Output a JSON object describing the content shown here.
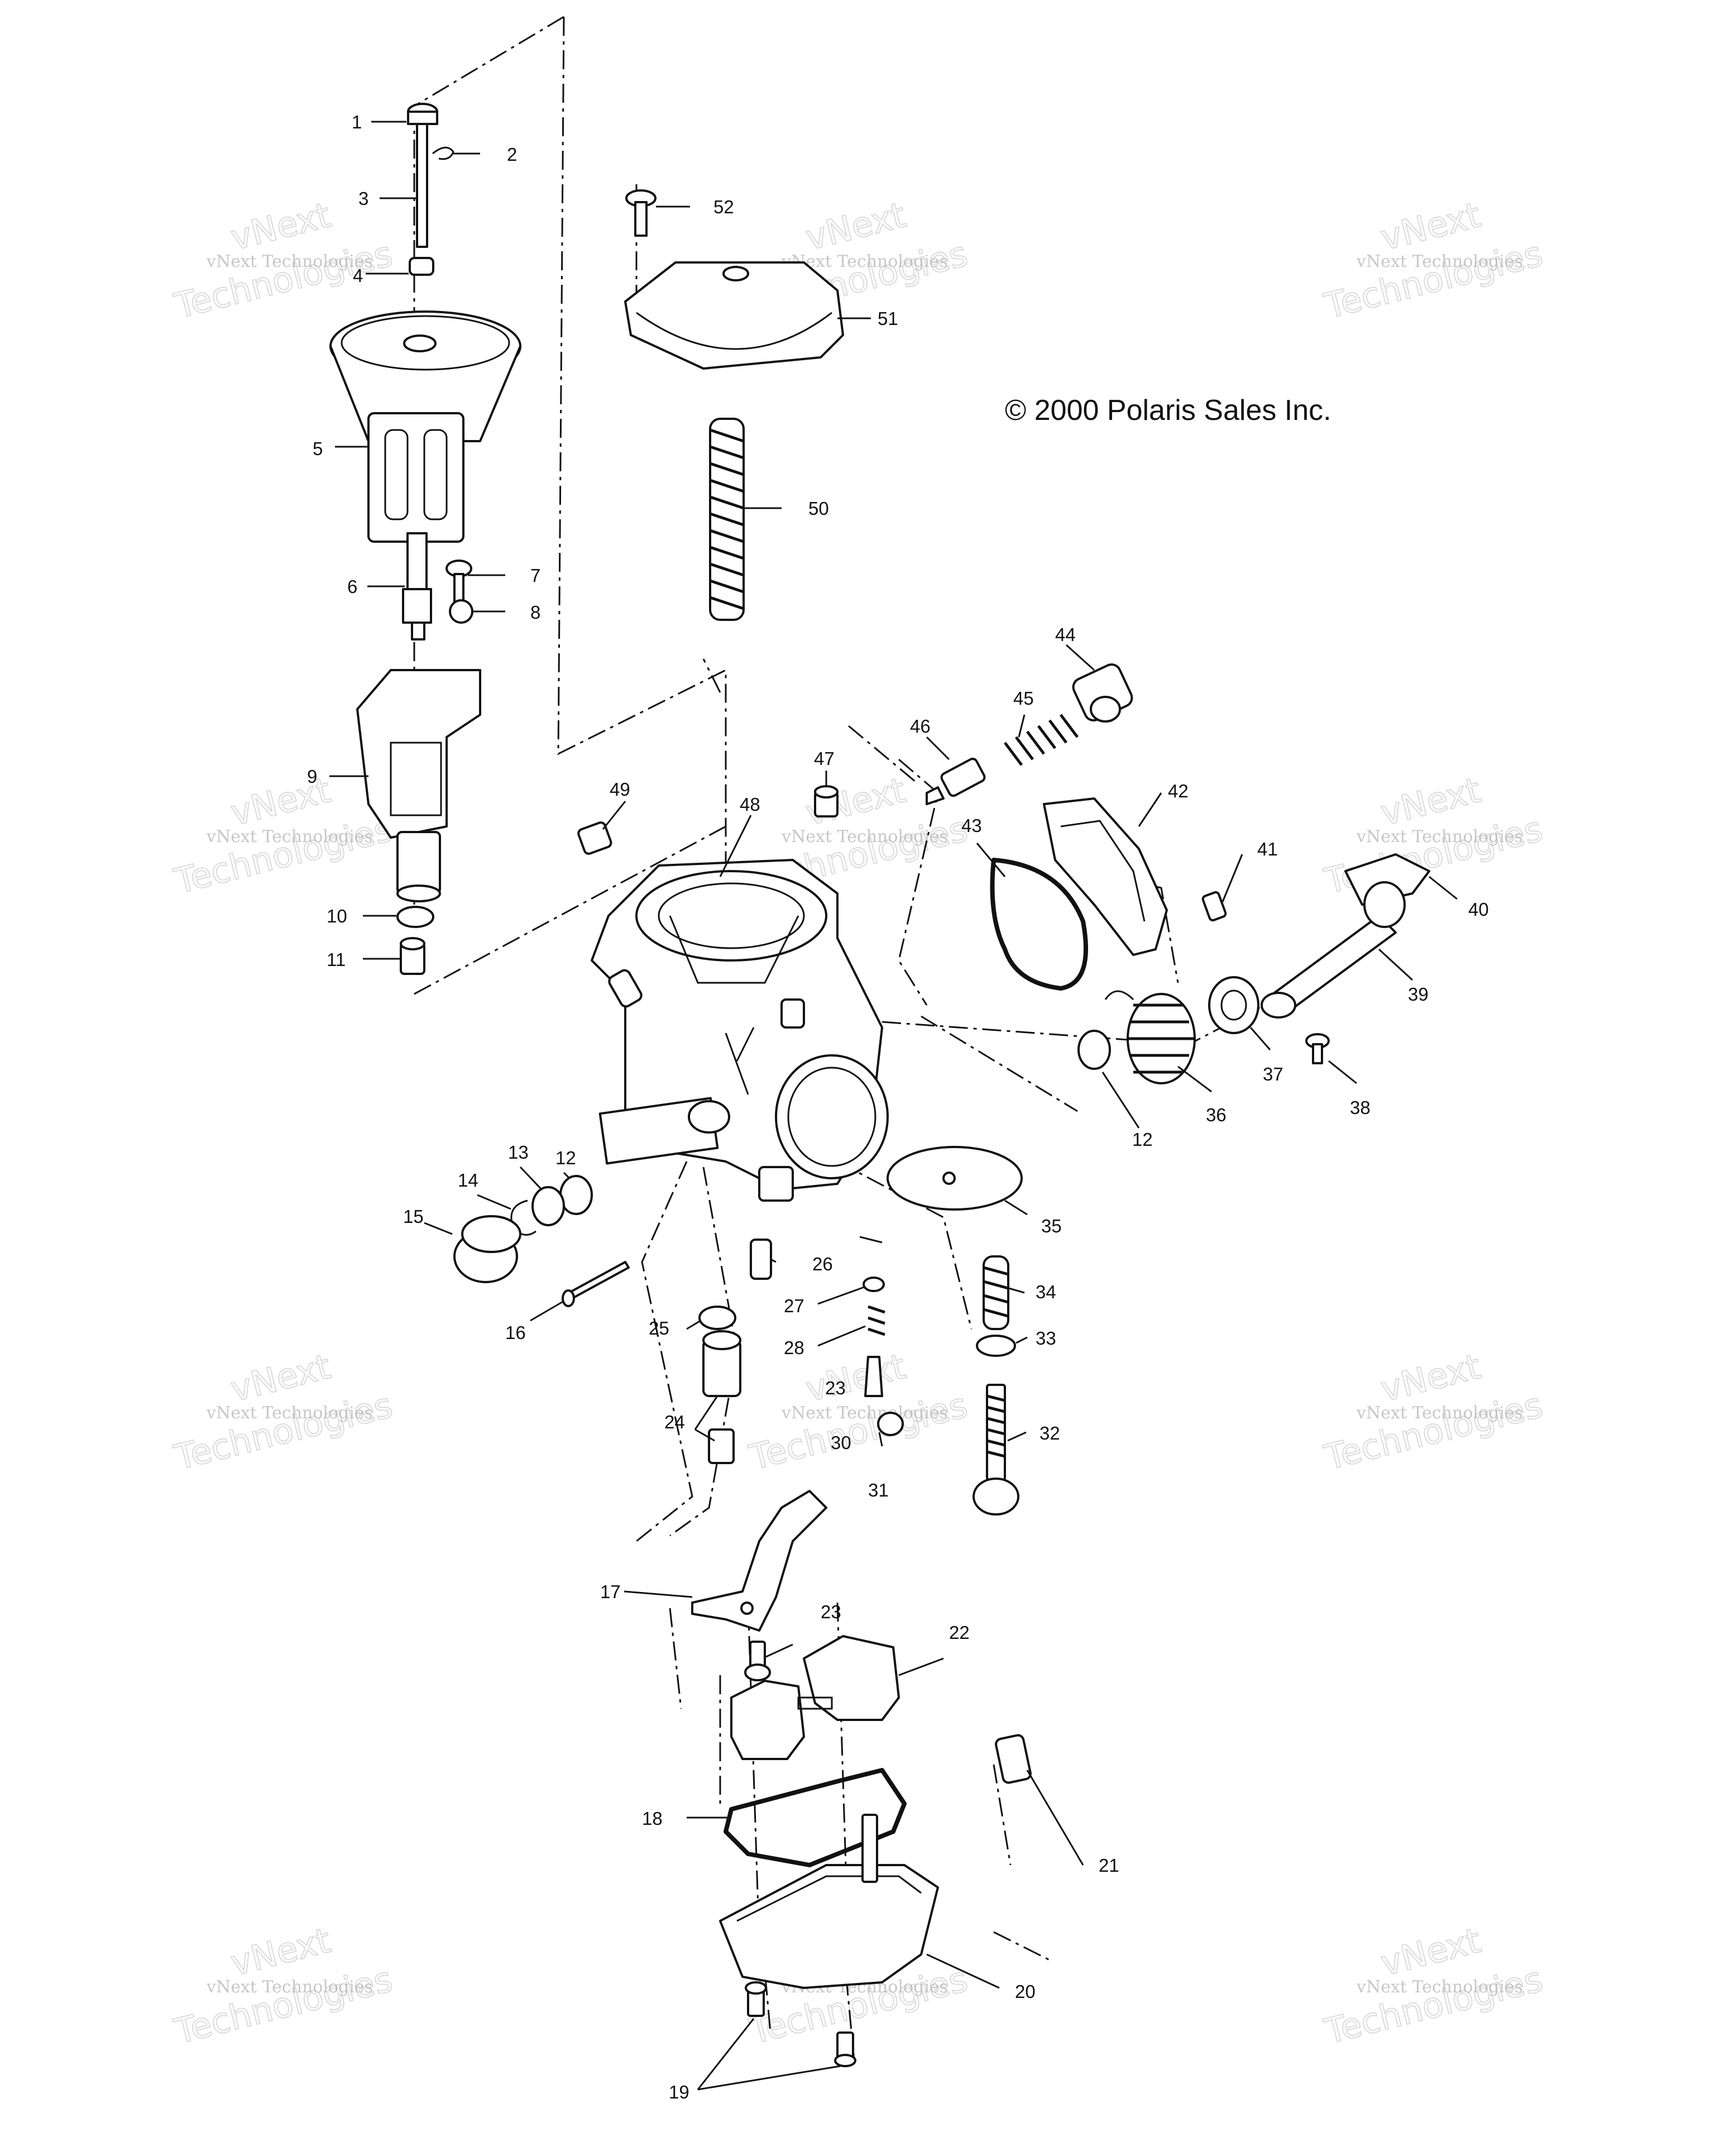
{
  "copyright": "© 2000 Polaris Sales Inc.",
  "watermark": {
    "line1": "vNext Technologies",
    "line2": "vNext",
    "line3": "Technologies"
  },
  "callouts": {
    "c1": "1",
    "c2": "2",
    "c3": "3",
    "c4": "4",
    "c5": "5",
    "c6": "6",
    "c7": "7",
    "c8": "8",
    "c9": "9",
    "c10": "10",
    "c11": "11",
    "c12a": "12",
    "c12b": "12",
    "c13": "13",
    "c14": "14",
    "c15": "15",
    "c16": "16",
    "c17": "17",
    "c18": "18",
    "c19": "19",
    "c20": "20",
    "c21": "21",
    "c22": "22",
    "c23a": "23",
    "c23b": "23",
    "c24": "24",
    "c25": "25",
    "c26": "26",
    "c27": "27",
    "c28": "28",
    "c30": "30",
    "c31": "31",
    "c32": "32",
    "c33": "33",
    "c34": "34",
    "c35": "35",
    "c36": "36",
    "c37": "37",
    "c38": "38",
    "c39": "39",
    "c40": "40",
    "c41": "41",
    "c42": "42",
    "c43": "43",
    "c44": "44",
    "c45": "45",
    "c46": "46",
    "c47": "47",
    "c48": "48",
    "c49": "49",
    "c50": "50",
    "c51": "51",
    "c52": "52"
  },
  "colors": {
    "ink": "#111111",
    "paper": "#ffffff",
    "watermark": "#9a9a9a"
  }
}
